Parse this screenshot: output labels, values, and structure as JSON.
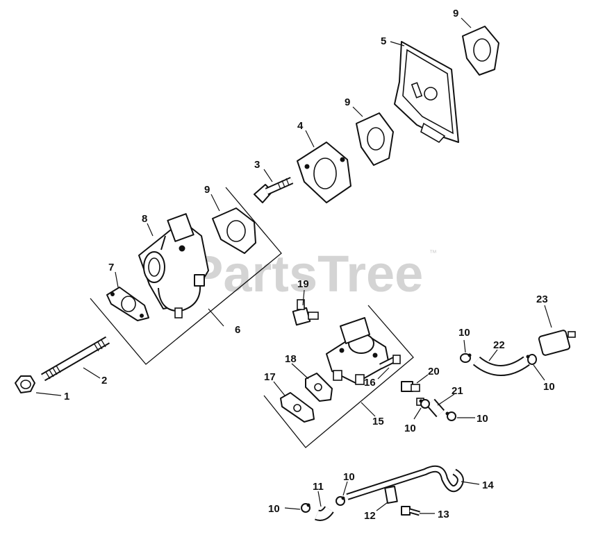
{
  "watermark": {
    "text": "PartsTree",
    "trademark": "™"
  },
  "callouts": {
    "c1": "1",
    "c2": "2",
    "c3": "3",
    "c4": "4",
    "c5": "5",
    "c6": "6",
    "c7": "7",
    "c8": "8",
    "c9a": "9",
    "c9b": "9",
    "c9c": "9",
    "c10a": "10",
    "c10b": "10",
    "c10c": "10",
    "c10d": "10",
    "c10e": "10",
    "c10f": "10",
    "c11": "11",
    "c12": "12",
    "c13": "13",
    "c14": "14",
    "c15": "15",
    "c16": "16",
    "c17": "17",
    "c18": "18",
    "c19": "19",
    "c20": "20",
    "c21": "21",
    "c22": "22",
    "c23": "23"
  }
}
